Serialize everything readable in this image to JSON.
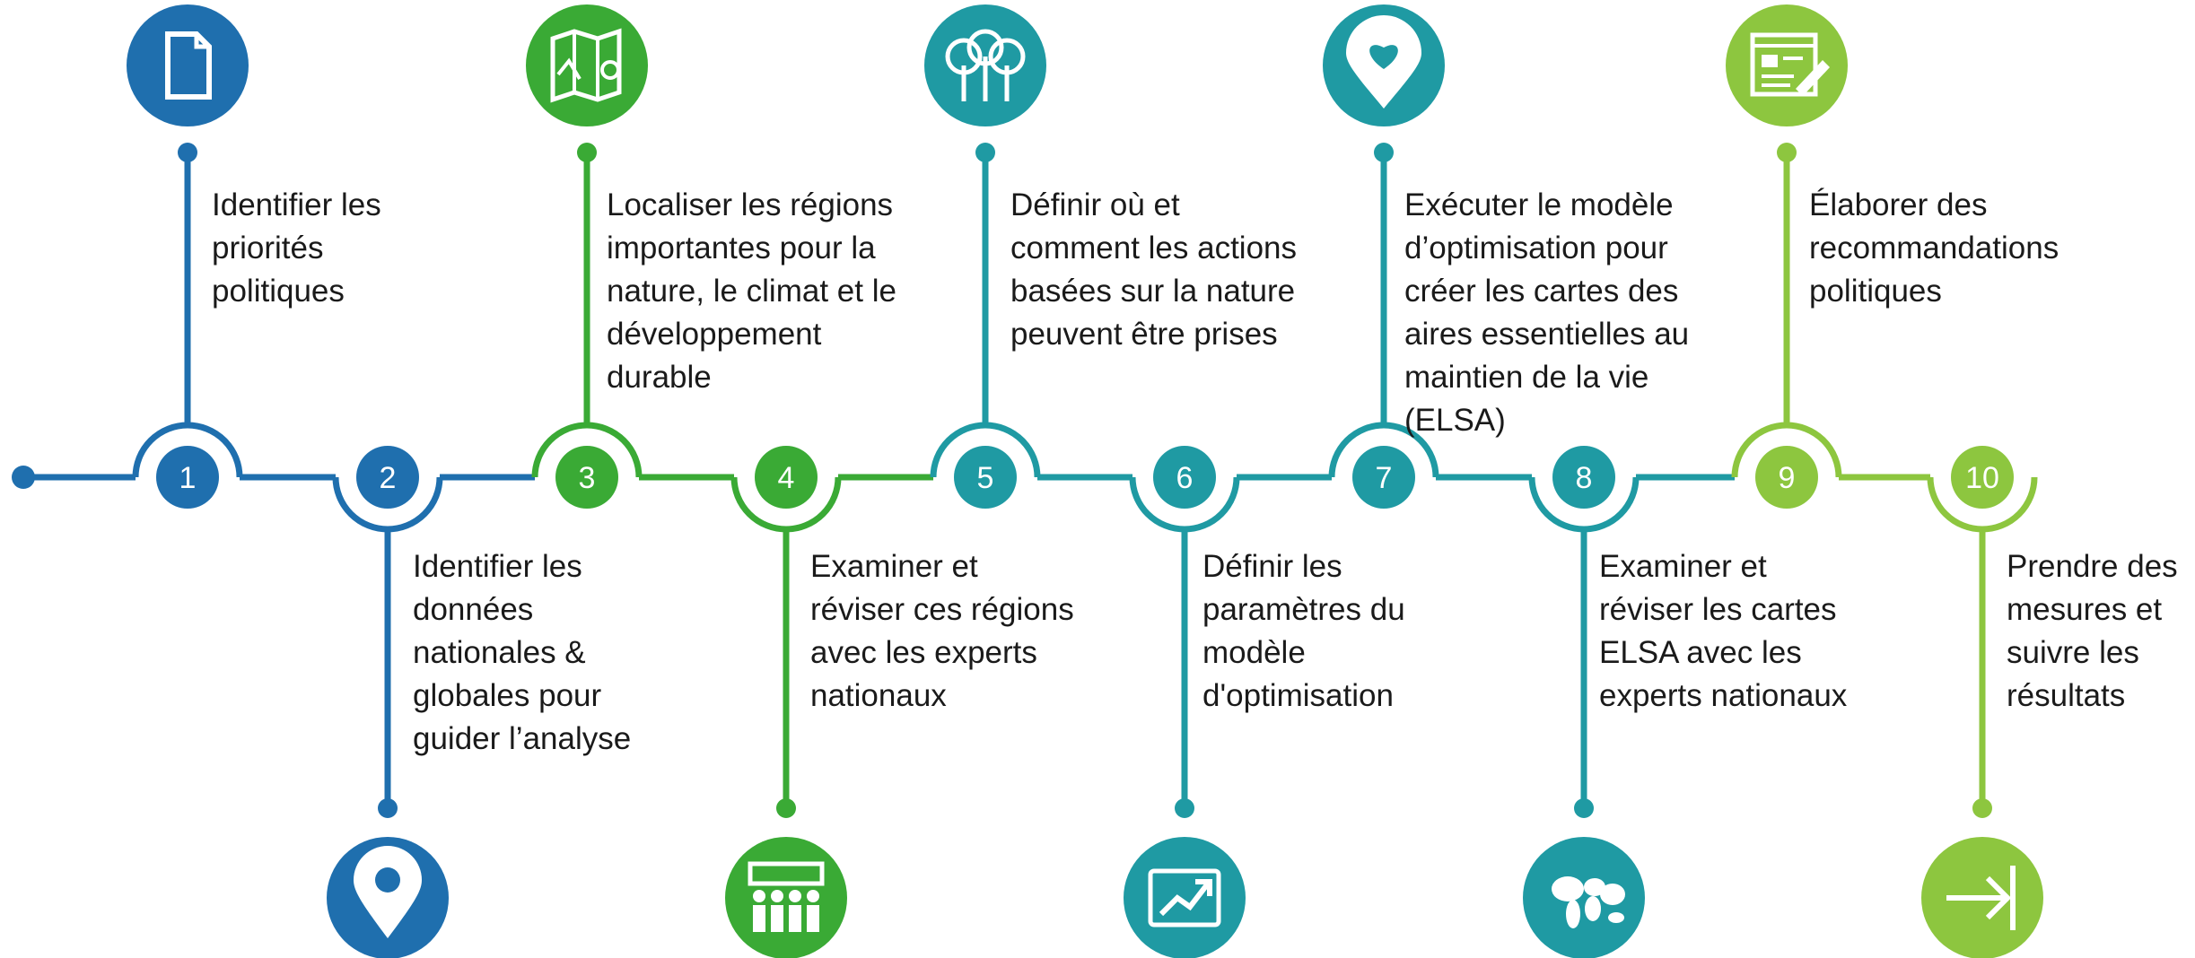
{
  "colors": {
    "blue": "#1f6fae",
    "green": "#3aaa35",
    "teal": "#1f9aa3",
    "lime": "#8dc63f",
    "text": "#1a1a1a"
  },
  "steps": [
    {
      "number": "1",
      "label": "Identifier les\npriorités\npolitiques",
      "icon": "document-icon",
      "color": "#1f6fae",
      "position": "top"
    },
    {
      "number": "2",
      "label": "Identifier les\ndonnées\nnationales &\nglobales pour\nguider l’analyse",
      "icon": "location-pin-icon",
      "color": "#1f6fae",
      "position": "bottom"
    },
    {
      "number": "3",
      "label": "Localiser les régions\nimportantes pour la\nnature, le climat et le\ndéveloppement\ndurable",
      "icon": "map-icon",
      "color": "#3aaa35",
      "position": "top"
    },
    {
      "number": "4",
      "label": "Examiner et\nréviser ces régions\navec les experts\nnationaux",
      "icon": "people-with-board-icon",
      "color": "#3aaa35",
      "position": "bottom"
    },
    {
      "number": "5",
      "label": "Définir où et\ncomment les actions\nbasées sur la nature\npeuvent être prises",
      "icon": "trees-icon",
      "color": "#1f9aa3",
      "position": "top"
    },
    {
      "number": "6",
      "label": "Définir les\nparamètres du\nmodèle\nd'optimisation",
      "icon": "chart-trend-icon",
      "color": "#1f9aa3",
      "position": "bottom"
    },
    {
      "number": "7",
      "label": "Exécuter le modèle\nd’optimisation pour\ncréer les cartes des\naires essentielles au\nmaintien de la vie\n(ELSA)",
      "icon": "heart-pin-icon",
      "color": "#1f9aa3",
      "position": "top"
    },
    {
      "number": "8",
      "label": "Examiner et\nréviser les cartes\nELSA avec les\nexperts nationaux",
      "icon": "world-map-icon",
      "color": "#1f9aa3",
      "position": "bottom"
    },
    {
      "number": "9",
      "label": "Élaborer des\nrecommandations\npolitiques",
      "icon": "edit-document-icon",
      "color": "#8dc63f",
      "position": "top"
    },
    {
      "number": "10",
      "label": "Prendre des\nmesures et\nsuivre les\nrésultats",
      "icon": "arrow-target-icon",
      "color": "#8dc63f",
      "position": "bottom"
    }
  ]
}
